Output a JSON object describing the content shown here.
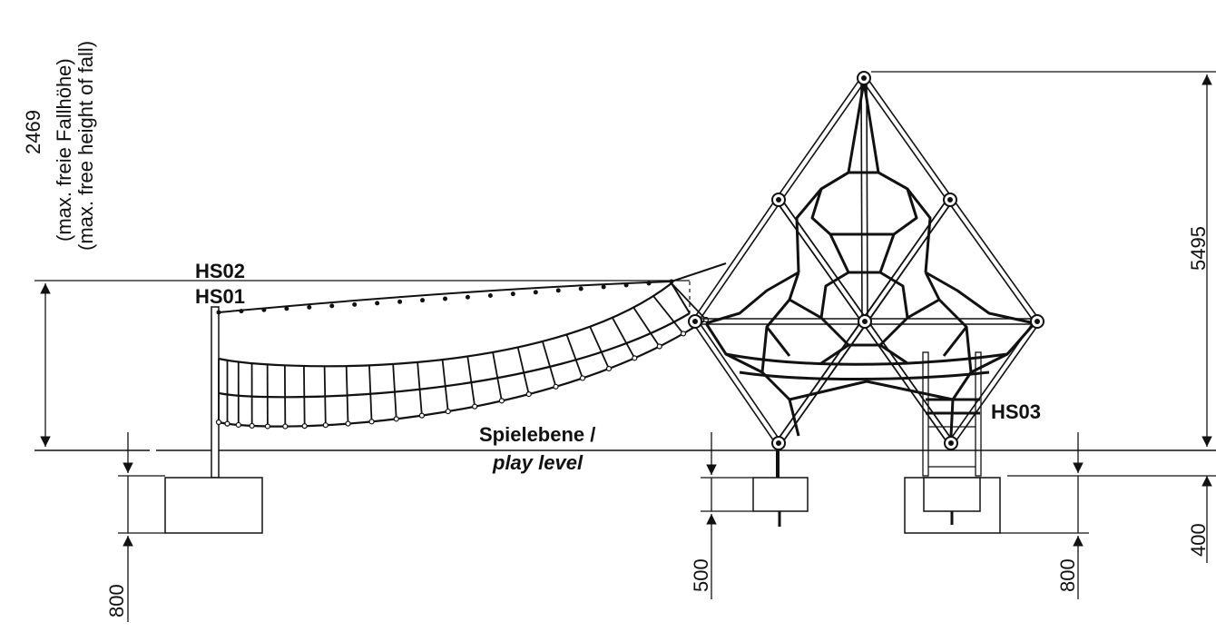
{
  "drawing": {
    "labels": {
      "hs02": "HS02",
      "hs01": "HS01",
      "hs03": "HS03",
      "play_level_de": "Spielebene /",
      "play_level_en": "play level"
    },
    "dimensions": {
      "fall_height_value": "2469",
      "fall_height_de": "(max. freie Fallhöhe)",
      "fall_height_en": "(max. free height of fall)",
      "total_height": "5495",
      "left_foundation": "800",
      "center_foundation": "500",
      "right_foundation": "800",
      "right_edge": "400"
    },
    "colors": {
      "line": "#111111",
      "background": "#ffffff"
    }
  }
}
